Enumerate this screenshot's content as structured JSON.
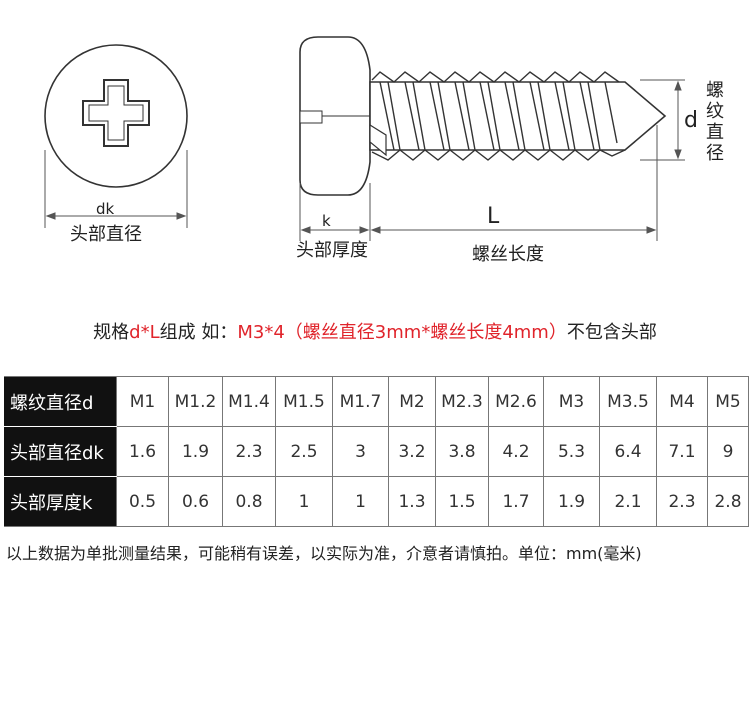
{
  "diagram": {
    "label_dk": "dk",
    "label_head_diameter": "头部直径",
    "label_k": "k",
    "label_head_thickness": "头部厚度",
    "label_L": "L",
    "label_thread_length": "螺丝长度",
    "label_d": "d",
    "label_thread_diameter": "螺纹直径",
    "icons": [
      "phillips-head-top-view",
      "pan-head-tapping-screw-side-view"
    ]
  },
  "spec": {
    "prefix": "规格",
    "formula": "d*L",
    "middle": "组成 如：",
    "example": "M3*4（螺丝直径3mm*螺丝长度4mm）",
    "suffix": "不包含头部"
  },
  "table": {
    "rows": [
      {
        "header": "螺纹直径d",
        "cells": [
          "M1",
          "M1.2",
          "M1.4",
          "M1.5",
          "M1.7",
          "M2",
          "M2.3",
          "M2.6",
          "M3",
          "M3.5",
          "M4",
          "M5"
        ]
      },
      {
        "header": "头部直径dk",
        "cells": [
          "1.6",
          "1.9",
          "2.3",
          "2.5",
          "3",
          "3.2",
          "3.8",
          "4.2",
          "5.3",
          "6.4",
          "7.1",
          "9"
        ]
      },
      {
        "header": "头部厚度k",
        "cells": [
          "0.5",
          "0.6",
          "0.8",
          "1",
          "1",
          "1.3",
          "1.5",
          "1.7",
          "1.9",
          "2.1",
          "2.3",
          "2.8"
        ]
      }
    ]
  },
  "note": "以上数据为单批测量结果，可能稍有误差，以实际为准，介意者请慎拍。单位：mm(毫米)",
  "colors": {
    "accent_red": "#e0242b",
    "header_bg": "#111111"
  }
}
